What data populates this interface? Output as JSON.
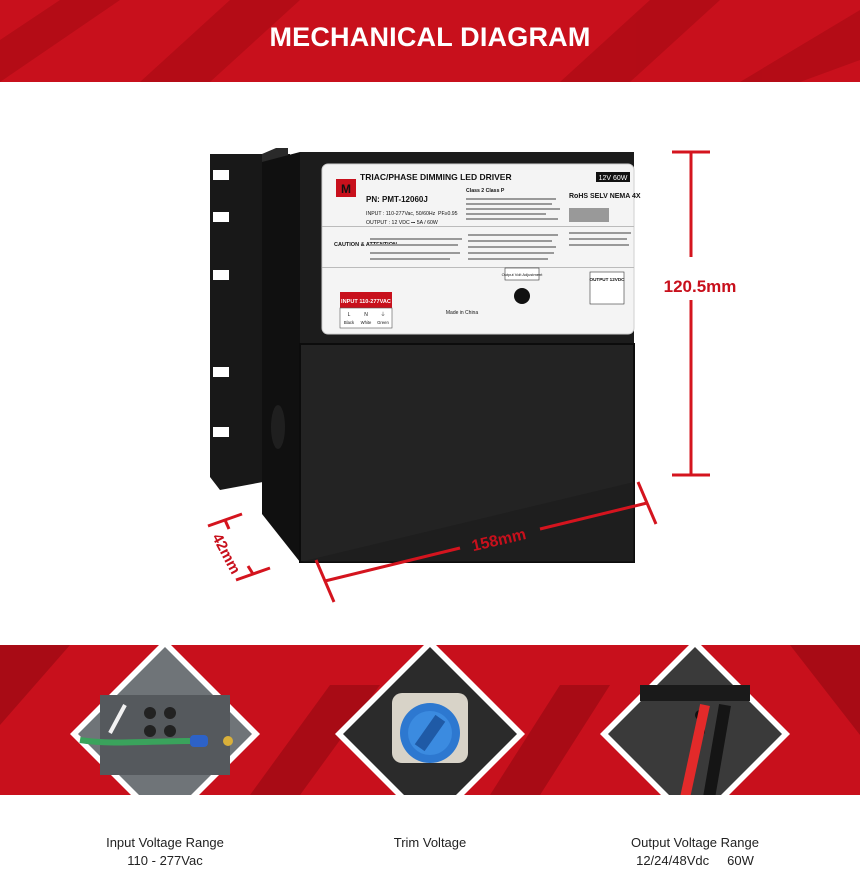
{
  "header": {
    "title": "MECHANICAL DIAGRAM"
  },
  "dimensions": {
    "height": "120.5mm",
    "width": "158mm",
    "depth": "42mm"
  },
  "product_label": {
    "heading": "TRIAC/PHASE DIMMING LED DRIVER",
    "badge": "12V 60W",
    "pn": "PN: PMT-12060J",
    "input": "INPUT : 110-277Vac, 50/60Hz",
    "pf": "PF≥0.95",
    "output": "OUTPUT : 12 VDC ⎓ 5A / 60W",
    "class": "Class 2   Class P",
    "certs": "RoHS SELV NEMA 4X",
    "caution": "CAUTION & ATTENTION",
    "input_box": "INPUT 110-277VAC",
    "wires": [
      "L",
      "N",
      "⏚"
    ],
    "wire_colors": [
      "Black",
      "White",
      "Green"
    ],
    "made_in": "Made in China",
    "trim": "Output Volt Adjustment",
    "output_box": "OUTPUT 12VDC"
  },
  "details": [
    {
      "caption_line1": "Input Voltage Range",
      "caption_line2": "110 - 277Vac"
    },
    {
      "caption_line1": "Trim Voltage",
      "caption_line2": ""
    },
    {
      "caption_line1": "Output Voltage Range",
      "caption_line2": "12/24/48Vdc     60W"
    }
  ],
  "colors": {
    "brand_red": "#c8101c",
    "dimension_red": "#d4141e",
    "driver_body": "#1c1c1c"
  }
}
